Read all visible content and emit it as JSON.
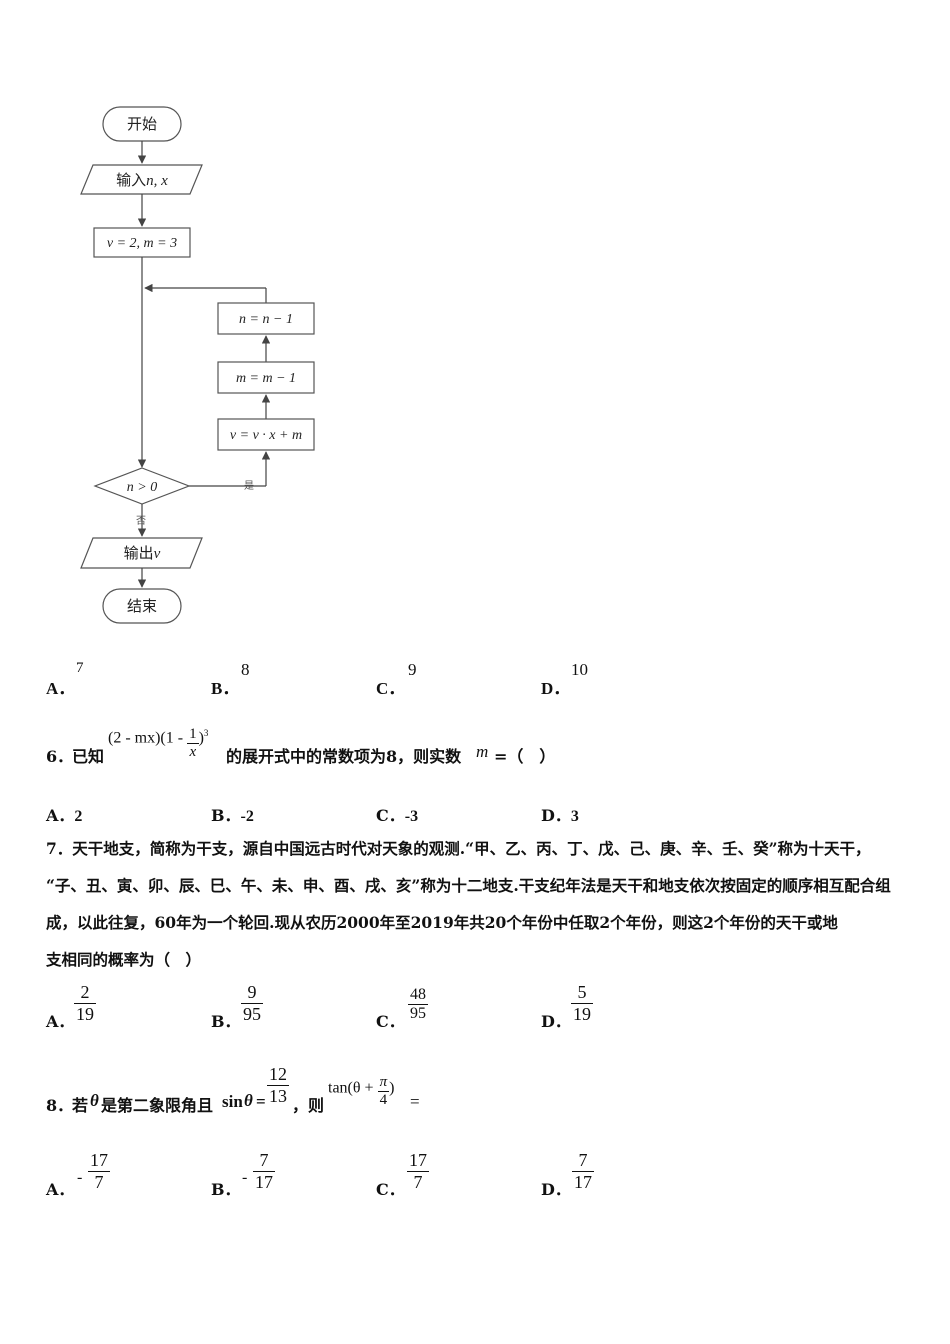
{
  "flowchart": {
    "start": "开始",
    "input_prefix": "输入",
    "input_vars": "n, x",
    "init": "v = 2, m = 3",
    "step_n": "n = n − 1",
    "step_m": "m = m − 1",
    "step_v": "v = v · x + m",
    "condition": "n > 0",
    "yes": "是",
    "no": "否",
    "output_prefix": "输出",
    "output_var": "v",
    "end": "结束"
  },
  "q5": {
    "options": [
      {
        "letter": "A．",
        "value": "7"
      },
      {
        "letter": "B．",
        "value": "8"
      },
      {
        "letter": "C．",
        "value": "9"
      },
      {
        "letter": "D．",
        "value": "10"
      }
    ]
  },
  "q6": {
    "number": "6．",
    "prefix": "已知",
    "expr_a": "(2 - mx)(1 - ",
    "expr_frac_num": "1",
    "expr_frac_den": "x",
    "expr_close": ")",
    "expr_exp": "3",
    "middle": "的展开式中的常数项为8，则实数",
    "var": "m",
    "eq": "=（　）",
    "options": [
      {
        "letter": "A．",
        "value": "2"
      },
      {
        "letter": "B．",
        "value": "-2"
      },
      {
        "letter": "C．",
        "value": "-3"
      },
      {
        "letter": "D．",
        "value": "3"
      }
    ]
  },
  "q7": {
    "line1": "7．天干地支，简称为干支，源自中国远古时代对天象的观测.“甲、乙、丙、丁、戊、己、庚、辛、壬、癸”称为十天干，",
    "line2": "“子、丑、寅、卯、辰、巳、午、未、申、酉、戌、亥”称为十二地支.干支纪年法是天干和地支依次按固定的顺序相互配合组",
    "line3": "成，以此往复，60年为一个轮回.现从农历2000年至2019年共20个年份中任取2个年份，则这2个年份的天干或地",
    "line4": "支相同的概率为（　）",
    "options": [
      {
        "letter": "A．",
        "num": "2",
        "den": "19"
      },
      {
        "letter": "B．",
        "num": "9",
        "den": "95"
      },
      {
        "letter": "C．",
        "num": "48",
        "den": "95"
      },
      {
        "letter": "D．",
        "num": "5",
        "den": "19"
      }
    ]
  },
  "q8": {
    "number": "8．",
    "text1": "若",
    "theta": "θ",
    "text2": "是第二象限角且",
    "sin": "sin",
    "eq": "=",
    "sin_num": "12",
    "sin_den": "13",
    "text3": "，则",
    "tan_prefix": "tan(θ + ",
    "pi": "π",
    "four": "4",
    "tan_close": ")",
    "tail": "=",
    "options": [
      {
        "letter": "A．",
        "sign": "-",
        "num": "17",
        "den": "7"
      },
      {
        "letter": "B．",
        "sign": "-",
        "num": "7",
        "den": "17"
      },
      {
        "letter": "C．",
        "sign": "",
        "num": "17",
        "den": "7"
      },
      {
        "letter": "D．",
        "sign": "",
        "num": "7",
        "den": "17"
      }
    ]
  }
}
